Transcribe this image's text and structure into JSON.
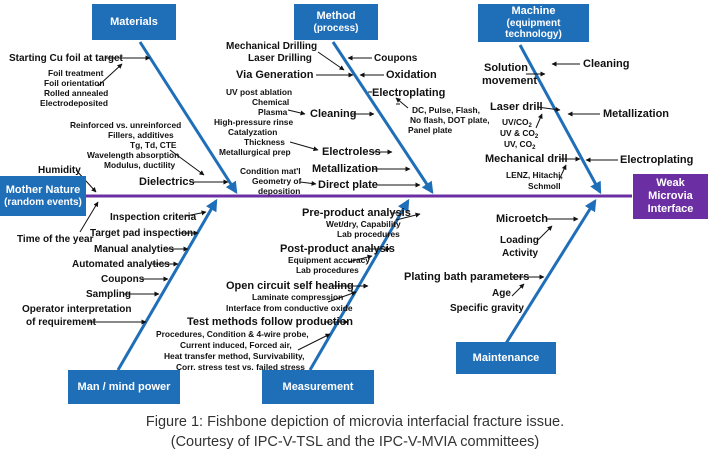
{
  "effect": {
    "line1": "Weak Microvia",
    "line2": "Interface"
  },
  "categories": {
    "materials": {
      "title": "Materials"
    },
    "method": {
      "title": "Method",
      "subtitle": "(process)"
    },
    "machine": {
      "title": "Machine",
      "subtitle": "(equipment technology)"
    },
    "mother_nature": {
      "title": "Mother Nature",
      "subtitle": "(random events)"
    },
    "man": {
      "title": "Man / mind power"
    },
    "measurement": {
      "title": "Measurement"
    },
    "maintenance": {
      "title": "Maintenance"
    }
  },
  "materials_causes": {
    "starting_cu": "Starting Cu foil at target",
    "foil_treatment": "Foil treatment",
    "foil_orientation": "Foil orientation",
    "rolled_annealed": "Rolled annealed",
    "electrodeposited": "Electrodeposited",
    "reinforced": "Reinforced vs. unreinforced",
    "fillers": "Fillers, additives",
    "tg": "Tg, Td, CTE",
    "wavelength": "Wavelength absorption",
    "modulus": "Modulus, ductility",
    "dielectrics": "Dielectrics"
  },
  "method_causes": {
    "mech_drilling": "Mechanical Drilling",
    "laser_drilling": "Laser Drilling",
    "coupons": "Coupons",
    "via_generation": "Via Generation",
    "oxidation": "Oxidation",
    "electroplating": "Electroplating",
    "uv_post": "UV post ablation",
    "chemical": "Chemical",
    "plasma": "Plasma",
    "cleaning": "Cleaning",
    "hp_rinse": "High-pressure rinse",
    "catalyzation": "Catalyzation",
    "thickness": "Thickness",
    "metallurgical": "Metallurgical prep",
    "electroless": "Electroless",
    "dc_pulse": "DC, Pulse, Flash,",
    "no_flash": "No flash, DOT plate,",
    "panel_plate": "Panel plate",
    "condition_mat": "Condition mat'l",
    "geometry1": "Geometry of",
    "geometry2": "deposition",
    "metallization": "Metallization",
    "direct_plate": "Direct plate"
  },
  "machine_causes": {
    "solution1": "Solution",
    "solution2": "movement",
    "cleaning": "Cleaning",
    "laser_drill": "Laser drill",
    "uv_co2": "UV/CO",
    "uv_and_co2": "UV & CO",
    "uv_co2b": "UV, CO",
    "sub2": "2",
    "metallization": "Metallization",
    "mechanical_drill": "Mechanical drill",
    "electroplating": "Electroplating",
    "lenz": "LENZ, Hitachi,",
    "schmoll": "Schmoll"
  },
  "nature_causes": {
    "humidity": "Humidity",
    "time_of_year": "Time of the year"
  },
  "man_causes": {
    "inspection": "Inspection criteria",
    "target_pad": "Target pad inspection",
    "manual": "Manual analytics",
    "automated": "Automated analytics",
    "coupons": "Coupons",
    "sampling": "Sampling",
    "operator1": "Operator interpretation",
    "operator2": "of requirement"
  },
  "measurement_causes": {
    "pre_product": "Pre-product analysis",
    "wet_dry": "Wet/dry, Capability",
    "lab1": "Lab procedures",
    "post_product": "Post-product analysis",
    "equipment": "Equipment accuracy",
    "lab2": "Lab procedures",
    "open_circuit": "Open circuit self healing",
    "laminate": "Laminate compression",
    "interface_oxide": "Interface from conductive oxide",
    "test_methods": "Test methods follow production",
    "procedures": "Procedures, Condition & 4-wire probe,",
    "current_induced": "Current induced, Forced air,",
    "heat_transfer": "Heat transfer method, Survivability,",
    "corr_stress": "Corr. stress test vs. failed stress"
  },
  "maintenance_causes": {
    "microetch": "Microetch",
    "loading": "Loading",
    "activity": "Activity",
    "plating_bath": "Plating bath parameters",
    "age": "Age",
    "gravity": "Specific gravity"
  },
  "caption": {
    "line1": "Figure 1: Fishbone depiction of microvia interfacial fracture issue.",
    "line2": "(Courtesy of IPC-V-TSL and the IPC-V-MVIA committees)"
  },
  "colors": {
    "bone": "#1f6eb8",
    "spine": "#6b2fa3",
    "arrow": "#111111"
  }
}
